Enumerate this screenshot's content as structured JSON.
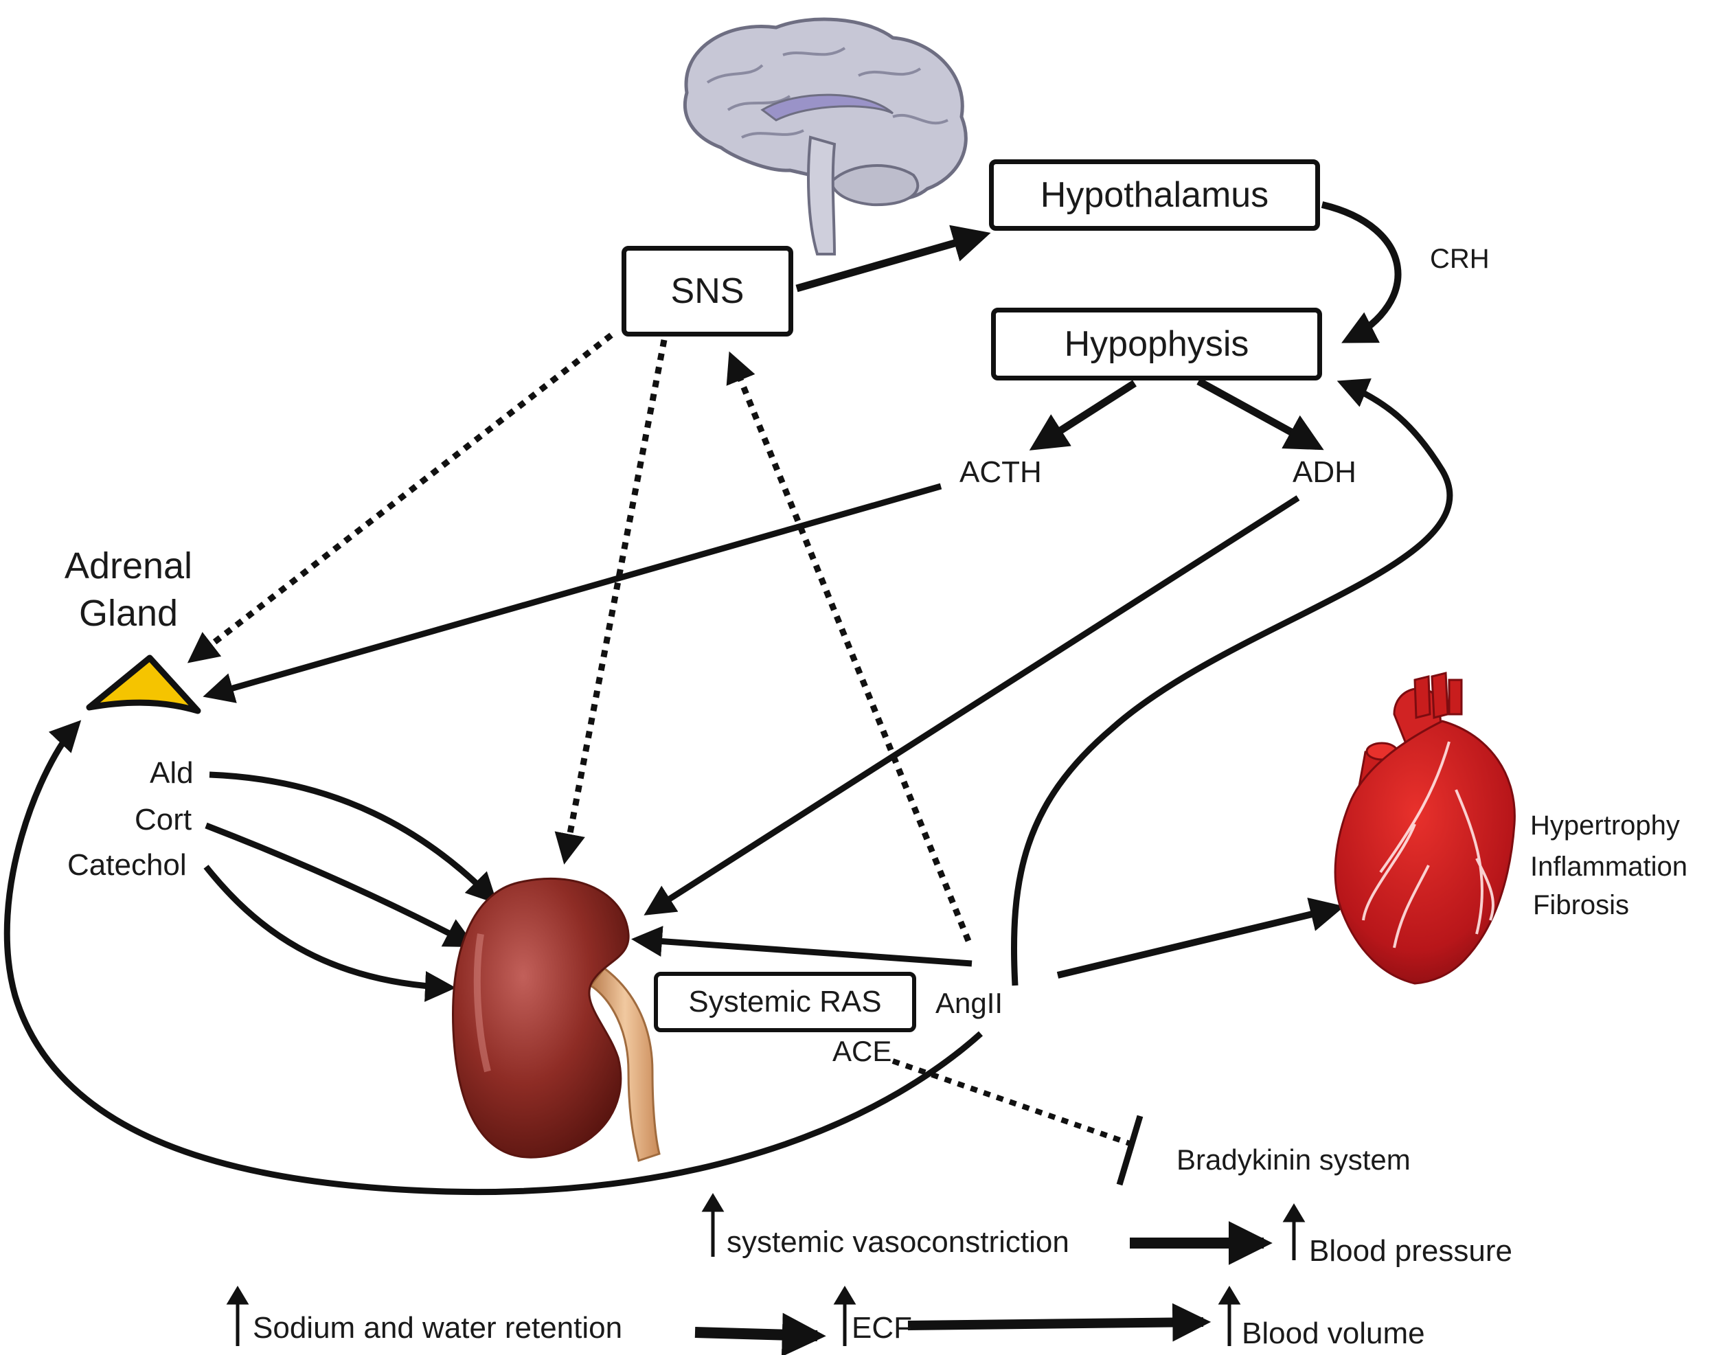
{
  "nodes": {
    "sns": "SNS",
    "hypothalamus": "Hypothalamus",
    "hypophysis": "Hypophysis",
    "systemic_ras": "Systemic RAS",
    "adrenal_line1": "Adrenal",
    "adrenal_line2": "Gland"
  },
  "labels": {
    "crh": "CRH",
    "acth": "ACTH",
    "adh": "ADH",
    "ald": "Ald",
    "cort": "Cort",
    "catechol": "Catechol",
    "angii": "AngII",
    "ace": "ACE",
    "bradykinin": "Bradykinin system",
    "hypertrophy": "Hypertrophy",
    "inflammation": "Inflammation",
    "fibrosis": "Fibrosis"
  },
  "effects": {
    "vasoconstriction": "systemic vasoconstriction",
    "blood_pressure": "Blood pressure",
    "sodium": "Sodium and water retention",
    "ecf": "ECF",
    "blood_volume": "Blood volume"
  },
  "colors": {
    "ink": "#111111",
    "adrenal": "#f5c400",
    "kidney": "#8a2a22",
    "heart": "#c81d1d",
    "brain": "#b8b8c8"
  },
  "icons": [
    "brain-icon",
    "adrenal-gland-icon",
    "kidney-icon",
    "heart-icon",
    "up-arrow-icon"
  ]
}
